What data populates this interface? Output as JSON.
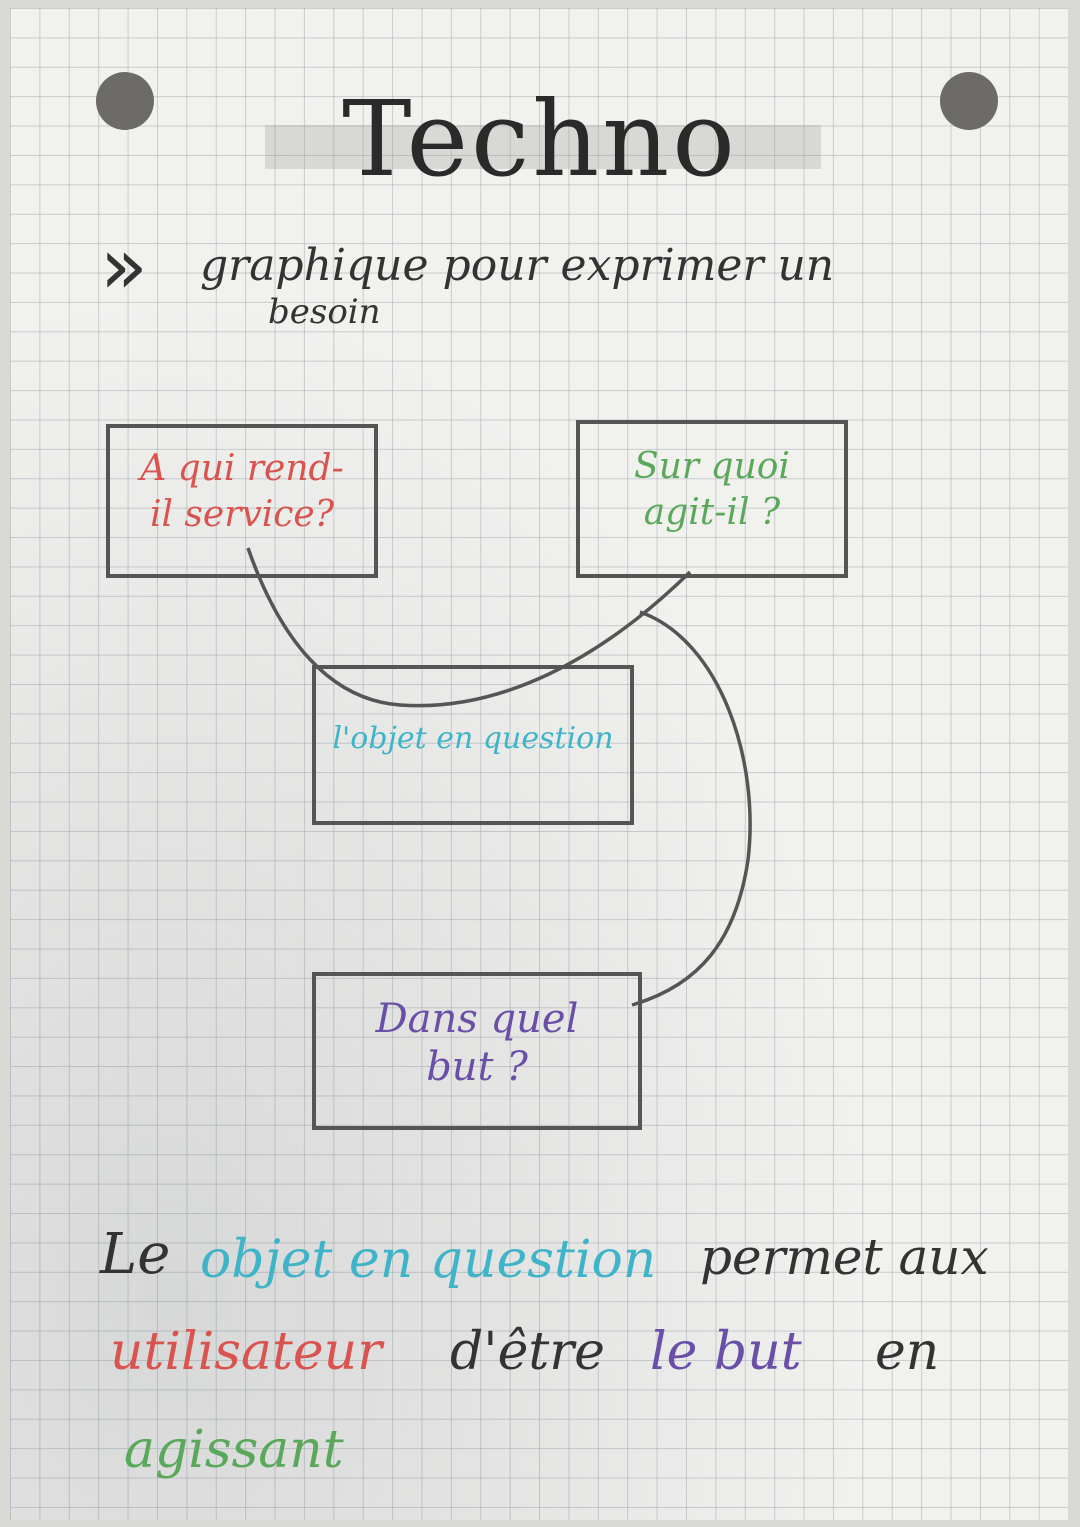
{
  "title": "Techno",
  "heading": {
    "bullet": "»",
    "line1": "graphique pour exprimer un",
    "line2": "besoin"
  },
  "diagram": {
    "box_service": {
      "line1": "A qui rend-",
      "line2": "il service?"
    },
    "box_agit": {
      "line1": "Sur quoi",
      "line2": "agit-il ?"
    },
    "box_objet": {
      "text": "l'objet en question"
    },
    "box_but": {
      "line1": "Dans quel",
      "line2": "but ?"
    }
  },
  "conclusion": {
    "le": "Le",
    "objet": "objet en question",
    "permet": "permet aux",
    "utilisateur": "utilisateur",
    "obtenir": "d'être",
    "le_but": "le but",
    "en": "en",
    "agissant": "agissant"
  },
  "colors": {
    "ink": "#333333",
    "red": "#d9534f",
    "green": "#5aa85a",
    "cyan": "#3fb4c8",
    "purple": "#6a4fa8"
  }
}
